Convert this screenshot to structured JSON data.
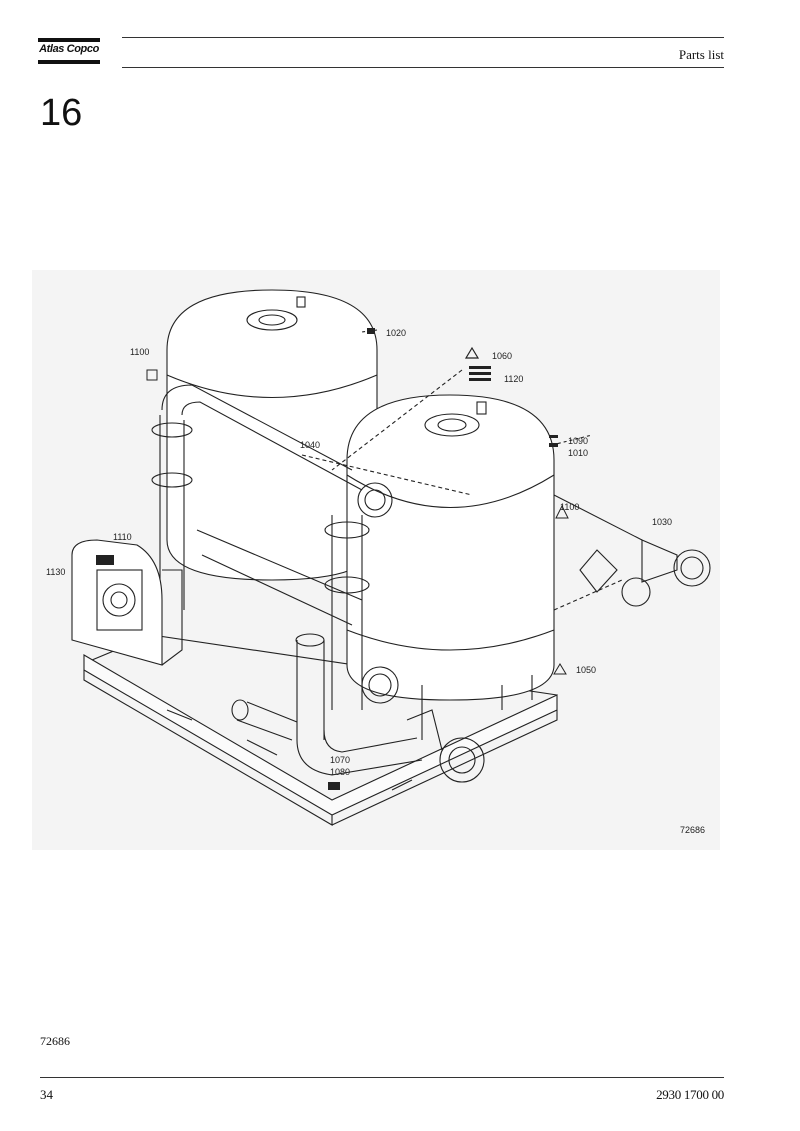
{
  "header": {
    "brand": "Atlas Copco",
    "title": "Parts list"
  },
  "section": {
    "number": "16"
  },
  "figure": {
    "id": "72686",
    "callouts": [
      "1020",
      "1100",
      "1060",
      "1120",
      "1040",
      "1090",
      "1010",
      "1100",
      "1030",
      "1110",
      "1130",
      "1050",
      "1070",
      "1080"
    ]
  },
  "footer": {
    "reference": "72686",
    "page": "34",
    "document_number": "2930 1700 00"
  },
  "colors": {
    "line": "#222222",
    "figure_bg": "#f4f4f4"
  }
}
